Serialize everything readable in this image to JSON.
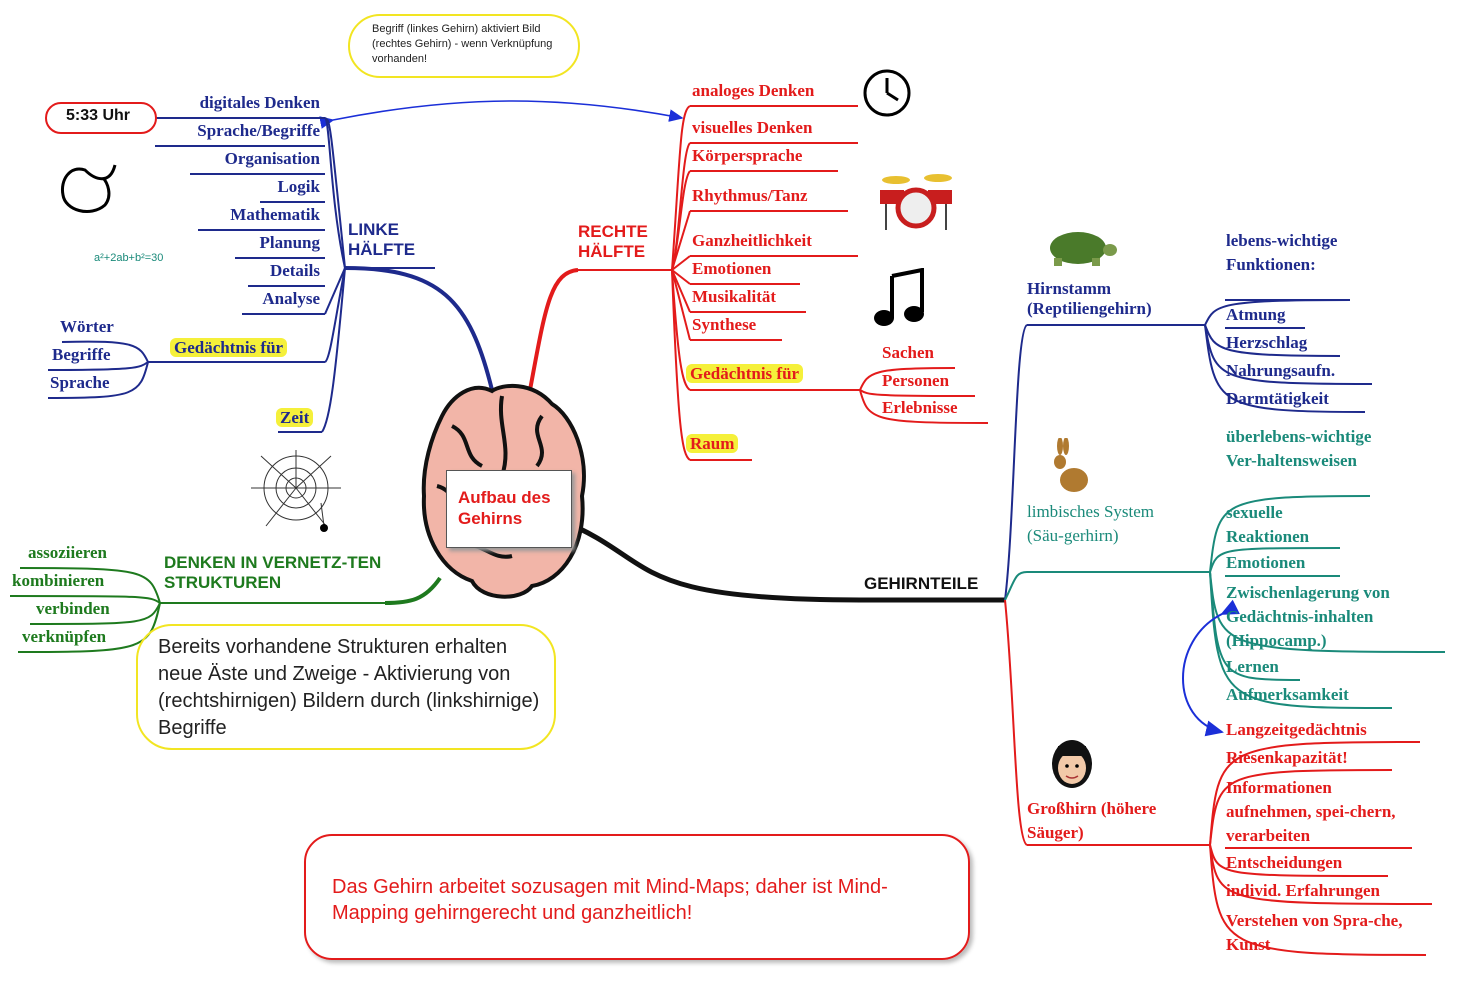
{
  "center": {
    "title": "Aufbau des Gehirns"
  },
  "top_note": "Begriff (linkes Gehirn) aktiviert Bild (rechtes Gehirn) - wenn Verknüpfung vorhanden!",
  "time_badge": "5:33 Uhr",
  "formula": "a²+2ab+b²=30",
  "left_half": {
    "title": "LINKE HÄLFTE",
    "items": [
      "digitales Denken",
      "Sprache/Begriffe",
      "Organisation",
      "Logik",
      "Mathematik",
      "Planung",
      "Details",
      "Analyse"
    ],
    "memory_label": "Gedächtnis für",
    "memory_items": [
      "Wörter",
      "Begriffe",
      "Sprache"
    ],
    "time_label": "Zeit"
  },
  "right_half": {
    "title": "RECHTE HÄLFTE",
    "items": [
      "analoges Denken",
      "visuelles Denken",
      "Körpersprache",
      "Rhythmus/Tanz",
      "Ganzheitlichkeit",
      "Emotionen",
      "Musikalität",
      "Synthese"
    ],
    "memory_label": "Gedächtnis für",
    "memory_items": [
      "Sachen",
      "Personen",
      "Erlebnisse"
    ],
    "space_label": "Raum"
  },
  "network": {
    "title": "DENKEN IN VERNETZ-TEN STRUKTUREN",
    "items": [
      "assoziieren",
      "kombinieren",
      "verbinden",
      "verknüpfen"
    ],
    "note": "Bereits vorhandene Strukturen erhalten neue Äste und Zweige - Aktivierung von (rechtshirnigen) Bildern durch (linkshirnige) Begriffe"
  },
  "brain_parts": {
    "title": "GEHIRNTEILE",
    "hirnstamm": {
      "label": "Hirnstamm (Reptiliengehirn)",
      "heading": "lebens-wichtige Funktionen:",
      "items": [
        "Atmung",
        "Herzschlag",
        "Nahrungsaufn.",
        "Darmtätigkeit"
      ]
    },
    "limbisch": {
      "label": "limbisches System (Säu-gerhirn)",
      "items": [
        "überlebens-wichtige Ver-haltensweisen",
        "sexuelle Reaktionen",
        "Emotionen",
        "Zwischenlagerung von Gedächtnis-inhalten (Hippocamp.)",
        "Lernen",
        "Aufmerksamkeit"
      ]
    },
    "grosshirn": {
      "label": "Großhirn (höhere Säuger)",
      "items": [
        "Langzeitgedächtnis",
        "Riesenkapazität!",
        "Informationen aufnehmen, spei-chern, verarbeiten",
        "Entscheidungen",
        "individ. Erfahrungen",
        "Verstehen von Spra-che, Kunst"
      ]
    }
  },
  "bottom_note": "Das Gehirn arbeitet sozusagen mit Mind-Maps; daher ist Mind-Mapping gehirngerecht und ganzheitlich!",
  "colors": {
    "left": "#1e2a8c",
    "right": "#e31b1b",
    "network": "#1e7a1e",
    "limbic": "#1a8a7a",
    "central": "#111111",
    "highlight": "#f5f03a"
  }
}
